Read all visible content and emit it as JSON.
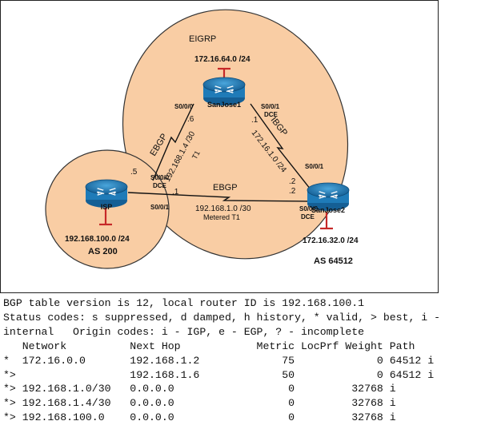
{
  "areas": {
    "eigrp": "EIGRP",
    "as200": "AS 200",
    "as64512": "AS 64512"
  },
  "routers": {
    "sanjose1": "SanJose1",
    "isp": "ISP",
    "sanjose2": "SanJose2"
  },
  "networks": {
    "sj1_lan": "172.16.64.0 /24",
    "isp_lan": "192.168.100.0 /24",
    "sj2_lan": "172.16.32.0 /24"
  },
  "interfaces": {
    "sj1_s000": "S0/0/0",
    "sj1_s001": "S0/0/1",
    "sj1_s001_dce": "DCE",
    "isp_s000": "S0/0/0",
    "isp_s000_dce": "DCE",
    "isp_s001": "S0/0/1",
    "sj2_s001": "S0/0/1",
    "sj2_s000": "S0/0/0",
    "sj2_s000_dce": "DCE"
  },
  "links": {
    "ebgp_top": "EBGP",
    "ebgp_top_net": "192.168.1.4 /30",
    "ebgp_top_type": "T1",
    "ibgp": "IBGP",
    "ibgp_net": "172.16.1.0 /24",
    "ebgp_bottom": "EBGP",
    "ebgp_bottom_net": "192.168.1.0 /30",
    "ebgp_bottom_type": "Metered T1"
  },
  "addresses": {
    "sj1_s000": ".6",
    "sj1_s001": ".1",
    "isp_s000": ".5",
    "isp_s001": ".1",
    "sj2_s001": ".2",
    "sj2_s000": ".2"
  },
  "bgp": {
    "header": [
      "BGP table version is 12, local router ID is 192.168.100.1",
      "Status codes: s suppressed, d damped, h history, * valid, > best, i -",
      "internal   Origin codes: i - IGP, e - EGP, ? - incomplete",
      "   Network          Next Hop            Metric LocPrf Weight Path"
    ],
    "rows": [
      "*  172.16.0.0       192.168.1.2             75             0 64512 i",
      "*>                  192.168.1.6             50             0 64512 i",
      "*> 192.168.1.0/30   0.0.0.0                  0         32768 i",
      "*> 192.168.1.4/30   0.0.0.0                  0         32768 i",
      "*> 192.168.100.0    0.0.0.0                  0         32768 i"
    ]
  },
  "colors": {
    "area_fill": "#F9CDA4",
    "router": "#1F7BB8",
    "lan": "#C62828"
  }
}
